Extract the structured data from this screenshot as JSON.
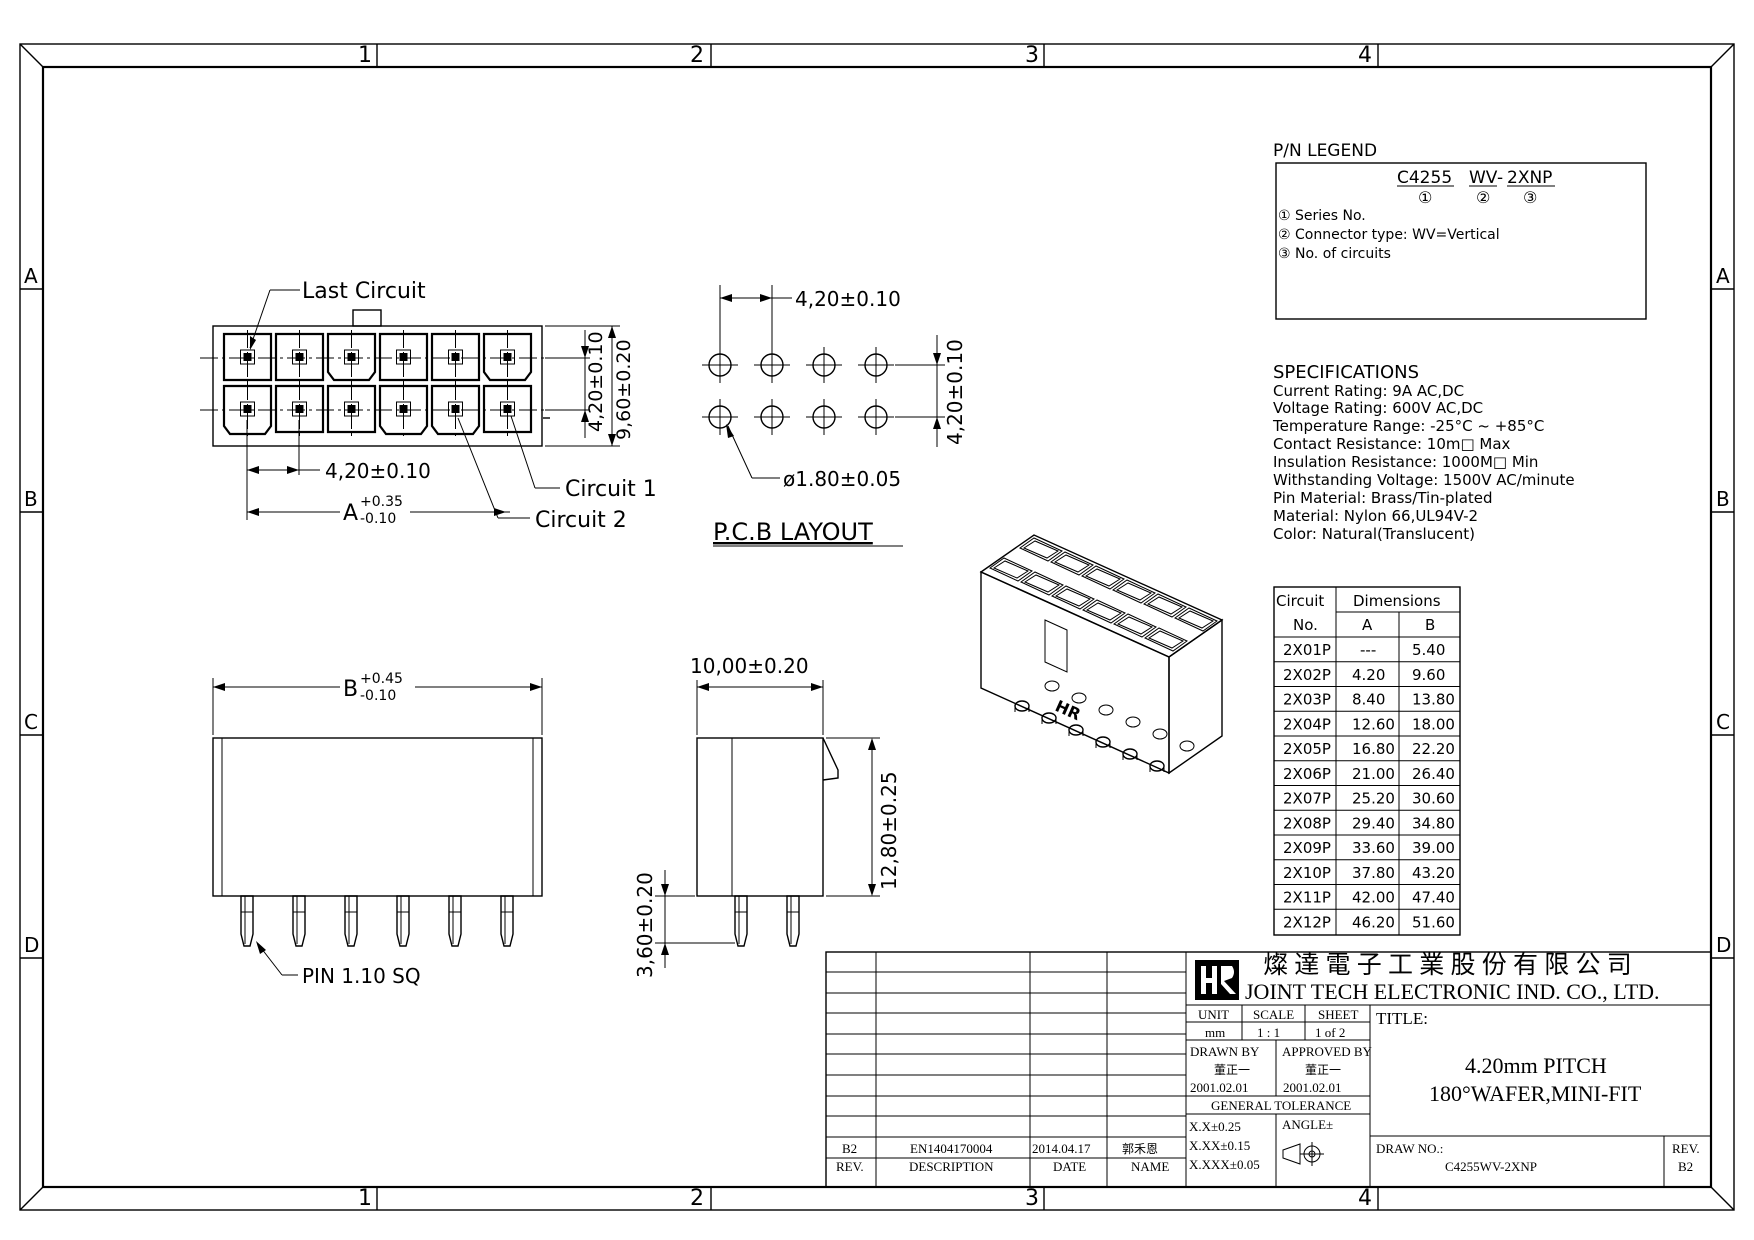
{
  "zones": {
    "cols": [
      "1",
      "2",
      "3",
      "4"
    ],
    "rows": [
      "A",
      "B",
      "C",
      "D"
    ]
  },
  "front_view": {
    "last_circuit": "Last Circuit",
    "circuit1": "Circuit 1",
    "circuit2": "Circuit 2",
    "dim_pitch_h": "4,20±0.10",
    "dim_a": "A",
    "dim_a_tol_plus": "+0.35",
    "dim_a_tol_minus": "-0.10",
    "dim_row_pitch": "4,20±0.10",
    "dim_height": "9,60±0.20"
  },
  "pcb": {
    "dim_pitch": "4,20±0.10",
    "dim_row": "4,20±0.10",
    "hole": "ø1.80±0.05",
    "title": "P.C.B LAYOUT"
  },
  "side_view": {
    "dim_b": "B",
    "dim_b_tol_plus": "+0.45",
    "dim_b_tol_minus": "-0.10",
    "pin_label": "PIN 1.10 SQ",
    "dim_depth": "10,00±0.20",
    "dim_body_h": "12,80±0.25",
    "dim_pin_len": "3,60±0.20"
  },
  "iso_logo": "HR",
  "pn_legend": {
    "heading": "P/N LEGEND",
    "p1": "C4255",
    "p2": "WV",
    "p2sep": "-",
    "p3": "2XNP",
    "n1": "①",
    "n2": "②",
    "n3": "③",
    "lines": [
      "① Series No.",
      "② Connector type: WV=Vertical",
      "③ No. of circuits"
    ]
  },
  "specs": {
    "heading": "SPECIFICATIONS",
    "lines": [
      "Current Rating: 9A AC,DC",
      "Voltage Rating: 600V AC,DC",
      "Temperature Range: -25°C ~ +85°C",
      "Contact Resistance: 10m□ Max",
      "Insulation Resistance: 1000M□ Min",
      "Withstanding Voltage: 1500V AC/minute",
      "Pin Material: Brass/Tin-plated",
      "Material: Nylon 66,UL94V-2",
      "Color: Natural(Translucent)"
    ]
  },
  "dim_table": {
    "h_circuit": "Circuit",
    "h_no": "No.",
    "h_dimensions": "Dimensions",
    "h_a": "A",
    "h_b": "B",
    "rows": [
      [
        "2X01P",
        "---",
        "5.40"
      ],
      [
        "2X02P",
        "4.20",
        "9.60"
      ],
      [
        "2X03P",
        "8.40",
        "13.80"
      ],
      [
        "2X04P",
        "12.60",
        "18.00"
      ],
      [
        "2X05P",
        "16.80",
        "22.20"
      ],
      [
        "2X06P",
        "21.00",
        "26.40"
      ],
      [
        "2X07P",
        "25.20",
        "30.60"
      ],
      [
        "2X08P",
        "29.40",
        "34.80"
      ],
      [
        "2X09P",
        "33.60",
        "39.00"
      ],
      [
        "2X10P",
        "37.80",
        "43.20"
      ],
      [
        "2X11P",
        "42.00",
        "47.40"
      ],
      [
        "2X12P",
        "46.20",
        "51.60"
      ]
    ]
  },
  "title_block": {
    "company_cn": "燦 達 電 子 工 業 股 份 有 限 公 司",
    "company_en": "JOINT TECH ELECTRONIC IND. CO., LTD.",
    "unit_h": "UNIT",
    "scale_h": "SCALE",
    "sheet_h": "SHEET",
    "unit": "mm",
    "scale": "1 : 1",
    "sheet": "1 of 2",
    "drawn_h": "DRAWN BY",
    "approved_h": "APPROVED BY",
    "drawn_name": "董正一",
    "approved_name": "董正一",
    "drawn_date": "2001.02.01",
    "approved_date": "2001.02.01",
    "gen_tol": "GENERAL TOLERANCE",
    "tol1": "X.X±0.25",
    "tol2": "X.XX±0.15",
    "tol3": "X.XXX±0.05",
    "angle": "ANGLE±",
    "title_h": "TITLE:",
    "title_l1": "4.20mm PITCH",
    "title_l2": "180°WAFER,MINI-FIT",
    "drawno_h": "DRAW NO.:",
    "drawno": "C4255WV-2XNP",
    "rev_h": "REV.",
    "rev": "B2",
    "rev_row": {
      "rev": "B2",
      "desc": "EN1404170004",
      "date": "2014.04.17",
      "name": "郭禾恩"
    },
    "rev_col_h": "REV.",
    "desc_h": "DESCRIPTION",
    "date_h": "DATE",
    "name_h": "NAME"
  }
}
